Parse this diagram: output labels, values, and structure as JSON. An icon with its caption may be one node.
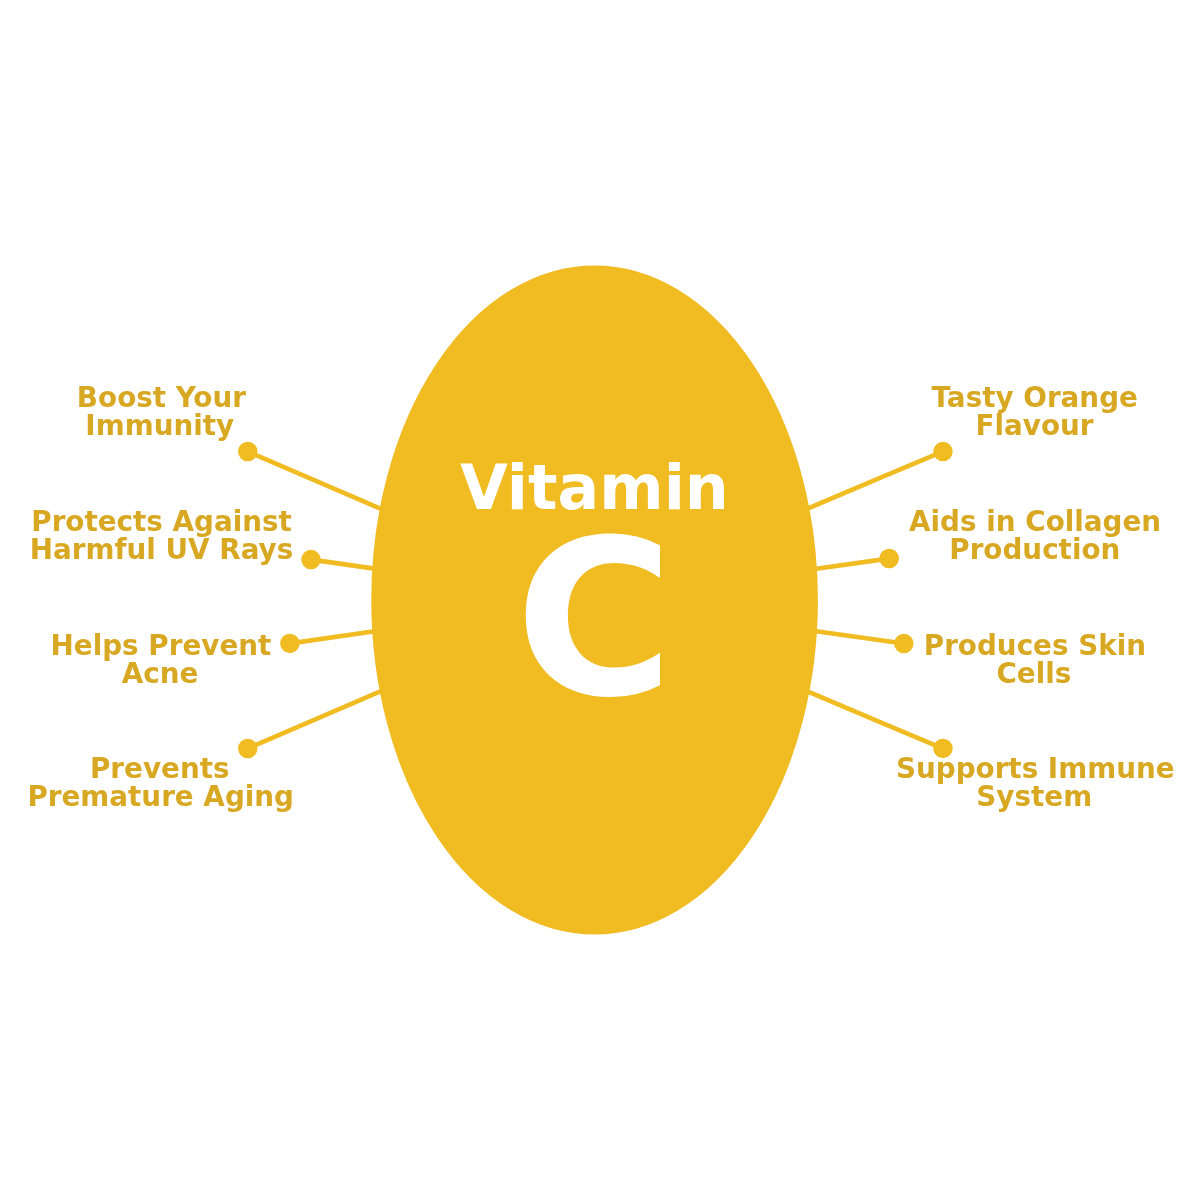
{
  "diagram": {
    "nodes": [
      {
        "text": [
          "Vitamin",
          "C"
        ]
      },
      {
        "text": [
          "Boost Your Immunity"
        ]
      },
      {
        "text": [
          "Protects Against Harmful UV Rays"
        ]
      },
      {
        "text": [
          "Helps Prevent Acne"
        ]
      },
      {
        "text": [
          "Prevents Premature Aging"
        ]
      },
      {
        "text": [
          "Tasty Orange Flavour"
        ]
      },
      {
        "text": [
          "Aids in Collagen Production"
        ]
      },
      {
        "text": [
          "Produces Skin Cells"
        ]
      },
      {
        "text": [
          "Supports Immune System"
        ]
      }
    ],
    "edges": [
      {
        "from": 1,
        "to": 0,
        "arrow": "other"
      },
      {
        "from": 2,
        "to": 0,
        "arrow": "other"
      },
      {
        "from": 3,
        "to": 0,
        "arrow": "other"
      },
      {
        "from": 4,
        "to": 0,
        "arrow": "other"
      },
      {
        "from": 5,
        "to": 0,
        "arrow": "other"
      },
      {
        "from": 6,
        "to": 0,
        "arrow": "other"
      },
      {
        "from": 7,
        "to": 0,
        "arrow": "other"
      },
      {
        "from": 8,
        "to": 0,
        "arrow": "other"
      }
    ]
  }
}
